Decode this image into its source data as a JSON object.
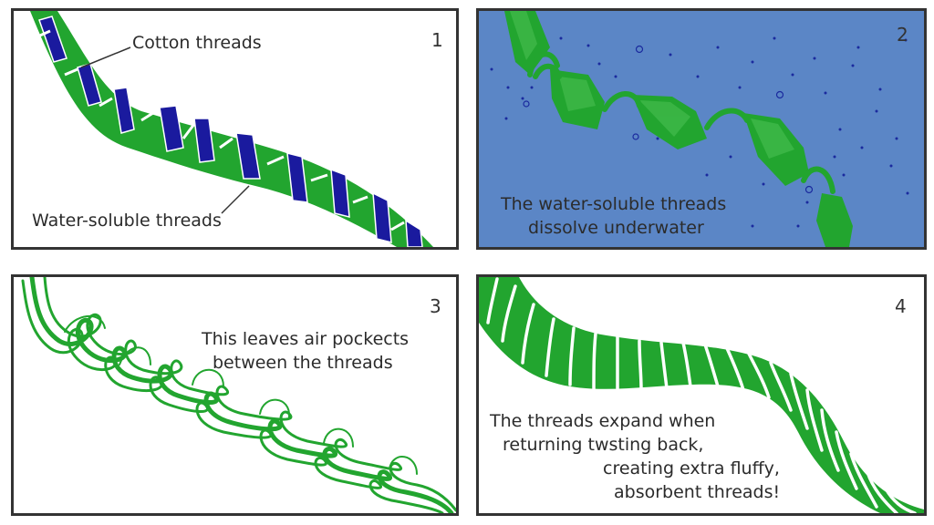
{
  "colors": {
    "cotton_green": "#22a52f",
    "soluble_blue": "#1a1a9e",
    "water_blue": "#5b86c6",
    "border": "#333333"
  },
  "panels": [
    {
      "number": "1",
      "labels": {
        "cotton": "Cotton threads",
        "soluble": "Water-soluble threads"
      }
    },
    {
      "number": "2",
      "caption": [
        "The water-soluble threads",
        "dissolve underwater"
      ]
    },
    {
      "number": "3",
      "caption": [
        "This leaves air pockects",
        "between the threads"
      ]
    },
    {
      "number": "4",
      "caption": [
        "The threads expand when",
        "returning twsting back,",
        "creating extra fluffy,",
        "absorbent threads!"
      ]
    }
  ]
}
